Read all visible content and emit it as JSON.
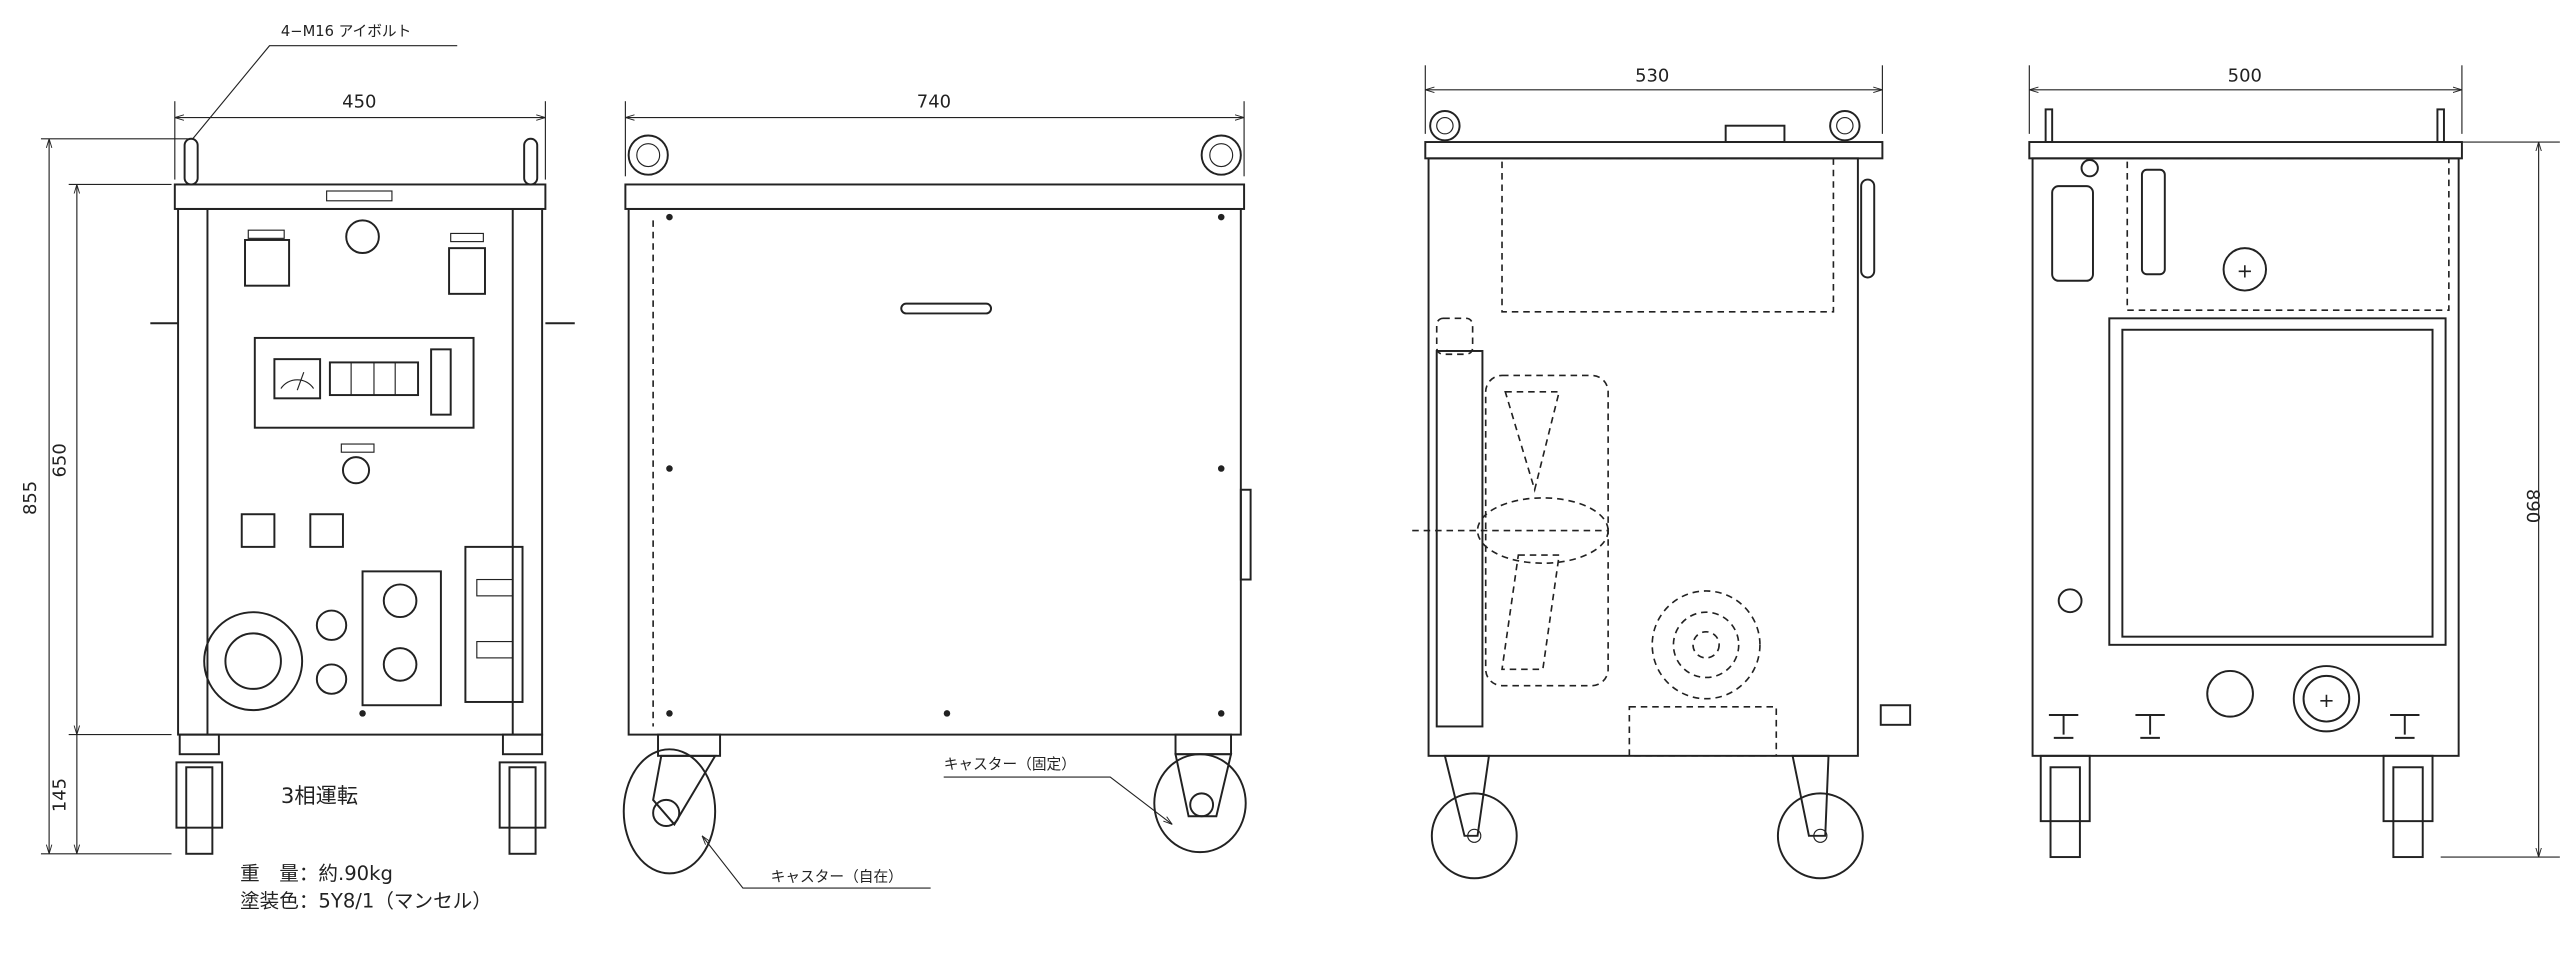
{
  "front_view": {
    "width_dim": "450",
    "height_total_dim": "855",
    "height_body_dim": "650",
    "height_caster_dim": "145",
    "eyebolt_callout": "4−M16 アイボルト",
    "operation_label": "3相運転",
    "weight_label": "重　量：約.90kg",
    "paint_label": "塗装色：5Y8/1（マンセル）"
  },
  "side_view": {
    "width_dim": "740",
    "caster_fixed_label": "キャスター（固定）",
    "caster_swivel_label": "キャスター（自在）"
  },
  "right_side_view": {
    "width_dim": "530"
  },
  "rear_view": {
    "width_dim": "500",
    "height_dim": "890"
  }
}
